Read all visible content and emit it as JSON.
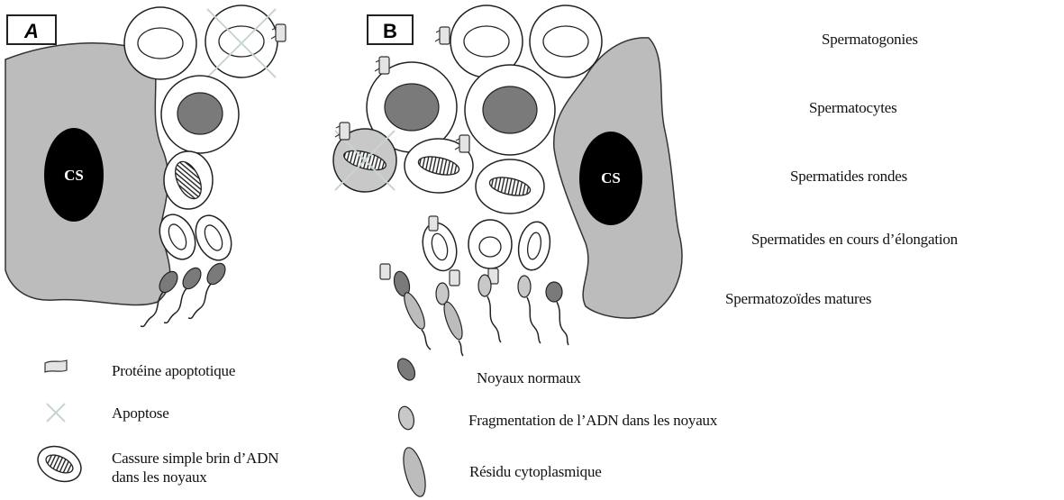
{
  "panels": {
    "a": "A",
    "b": "B"
  },
  "cell_label": "CS",
  "stages": {
    "spermatogonies": "Spermatogonies",
    "spermatocytes": "Spermatocytes",
    "spermatides_rondes": "Spermatides rondes",
    "spermatides_elongation": "Spermatides en cours d’élongation",
    "spermatozoides": "Spermatozoïdes matures"
  },
  "legend": {
    "proteine": "Protéine apoptotique",
    "apoptose": "Apoptose",
    "cassure": "Cassure simple brin d’ADN dans les noyaux",
    "noyaux_normaux": "Noyaux normaux",
    "fragmentation": "Fragmentation de l’ADN  dans les noyaux",
    "residu": "Résidu cytoplasmique"
  },
  "colors": {
    "sertoli_fill": "#bcbcbc",
    "nucleus_dark": "#7a7a7a",
    "nucleus_light": "#c8c8c8",
    "black": "#000000",
    "apoptosis_cross": "#c8d4d4"
  }
}
